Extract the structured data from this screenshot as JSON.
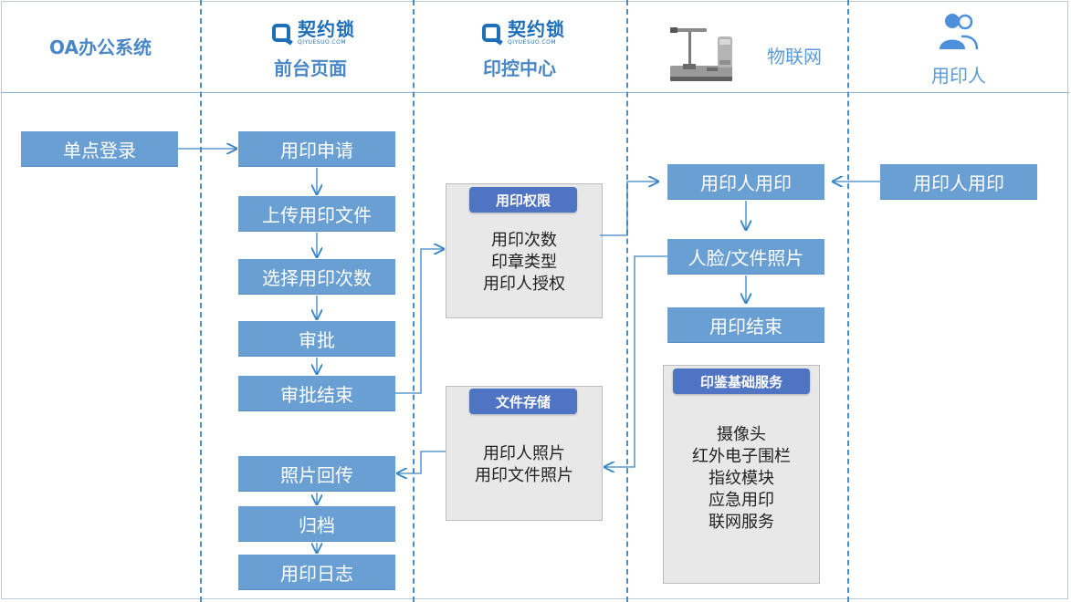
{
  "headers": {
    "oa": "OA办公系统",
    "front": "前台页面",
    "control": "印控中心",
    "iot": "物联网",
    "user": "用印人"
  },
  "logo": {
    "name": "契约锁",
    "sub": "QIYUESUO.COM"
  },
  "oa_lane": {
    "sso": "单点登录"
  },
  "front_lane": {
    "apply": "用印申请",
    "upload": "上传用印文件",
    "select_count": "选择用印次数",
    "approve": "审批",
    "approve_end": "审批结束",
    "photo_back": "照片回传",
    "archive": "归档",
    "log": "用印日志"
  },
  "control_lane": {
    "permission": {
      "title": "用印权限",
      "lines": [
        "用印次数",
        "印章类型",
        "用印人授权"
      ]
    },
    "storage": {
      "title": "文件存储",
      "lines": [
        "用印人照片",
        "用印文件照片"
      ]
    }
  },
  "iot_lane": {
    "user_seal": "用印人用印",
    "face_photo": "人脸/文件照片",
    "seal_end": "用印结束",
    "services": {
      "title": "印鉴基础服务",
      "lines": [
        "摄像头",
        "红外电子围栏",
        "指纹模块",
        "应急用印",
        "联网服务"
      ]
    }
  },
  "user_lane": {
    "user_seal": "用印人用印"
  },
  "colors": {
    "box_fill": "#699fd2",
    "panel_title": "#4e74c3",
    "header_text": "#4a87c6",
    "lane_divider": "#4d8dbf",
    "arrow": "#3a86c8"
  }
}
